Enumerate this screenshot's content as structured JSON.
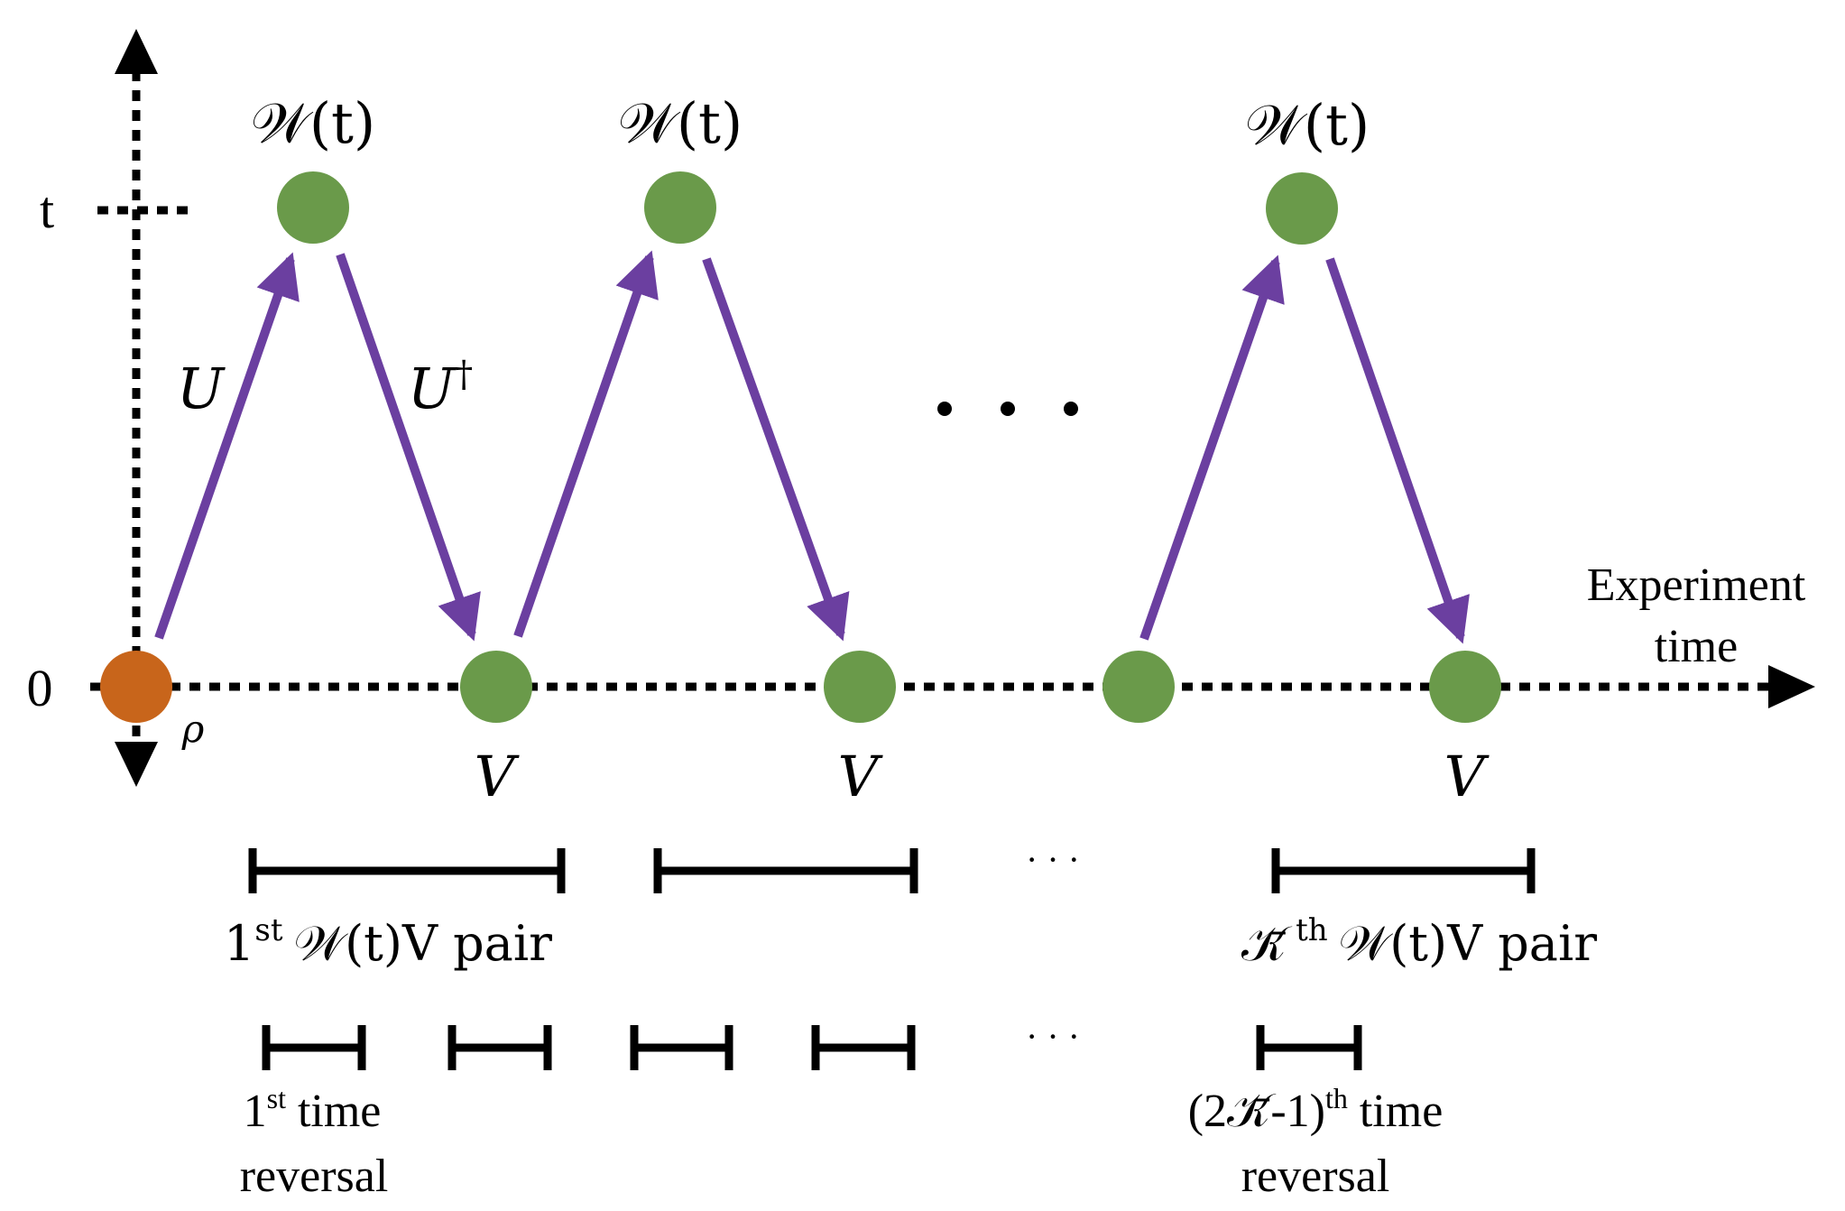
{
  "axes": {
    "y_tick_top": "t",
    "y_tick_zero": "0",
    "x_axis_label_line1": "Experiment",
    "x_axis_label_line2": "time"
  },
  "nodes": {
    "initial_state": "ρ",
    "top_label": "𝒲(t)",
    "bottom_label": "V"
  },
  "operators": {
    "forward": "U",
    "backward": "U",
    "backward_sup": "†"
  },
  "ellipsis": "· · ·",
  "pairs": {
    "first_prefix": "1",
    "first_sup": "st",
    "first_suffix": "𝒲(t)V  pair",
    "last_prefix": "𝒦̄",
    "last_sup": "th",
    "last_suffix": "𝒲(t)V  pair"
  },
  "reversals": {
    "first_prefix": "1",
    "first_sup": "st",
    "first_line1_suffix": " time",
    "first_line2": "reversal",
    "last_prefix": "(2𝒦̄-1)",
    "last_sup": "th",
    "last_line1_suffix": " time",
    "last_line2": "reversal"
  },
  "colors": {
    "node_green": "#6a9a4a",
    "node_orange": "#c8651b",
    "arrow_purple": "#6b3fa0",
    "axis_black": "#000000"
  }
}
